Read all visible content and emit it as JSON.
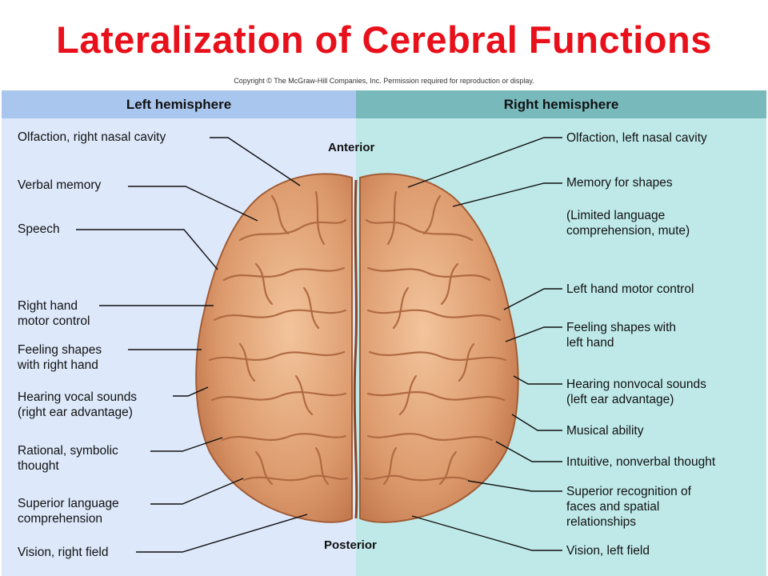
{
  "title": "Lateralization of Cerebral Functions",
  "copyright": "Copyright © The McGraw-Hill Companies, Inc. Permission required for reproduction or display.",
  "left_header": "Left hemisphere",
  "right_header": "Right hemisphere",
  "anterior": "Anterior",
  "posterior": "Posterior",
  "colors": {
    "title": "#e8101a",
    "left_panel": "#dde9fb",
    "right_panel": "#bfe9e9"
  },
  "left_labels": [
    {
      "l1": "Olfaction, right nasal cavity",
      "l2": ""
    },
    {
      "l1": "Verbal memory",
      "l2": ""
    },
    {
      "l1": "Speech",
      "l2": ""
    },
    {
      "l1": "Right hand",
      "l2": "motor control"
    },
    {
      "l1": "Feeling shapes",
      "l2": "with right hand"
    },
    {
      "l1": "Hearing vocal sounds",
      "l2": "(right ear advantage)"
    },
    {
      "l1": "Rational, symbolic",
      "l2": "thought"
    },
    {
      "l1": "Superior language",
      "l2": "comprehension"
    },
    {
      "l1": "Vision, right field",
      "l2": ""
    }
  ],
  "right_labels": [
    {
      "l1": "Olfaction, left nasal cavity",
      "l2": ""
    },
    {
      "l1": "Memory for shapes",
      "l2": ""
    },
    {
      "l1": "(Limited language",
      "l2": "comprehension, mute)"
    },
    {
      "l1": "Left hand motor control",
      "l2": ""
    },
    {
      "l1": "Feeling shapes with",
      "l2": "left hand"
    },
    {
      "l1": "Hearing nonvocal sounds",
      "l2": "(left ear advantage)"
    },
    {
      "l1": "Musical ability",
      "l2": ""
    },
    {
      "l1": "Intuitive, nonverbal thought",
      "l2": ""
    },
    {
      "l1": "Superior recognition of",
      "l2": "faces and spatial",
      "l3": "relationships"
    },
    {
      "l1": "Vision, left field",
      "l2": ""
    }
  ]
}
